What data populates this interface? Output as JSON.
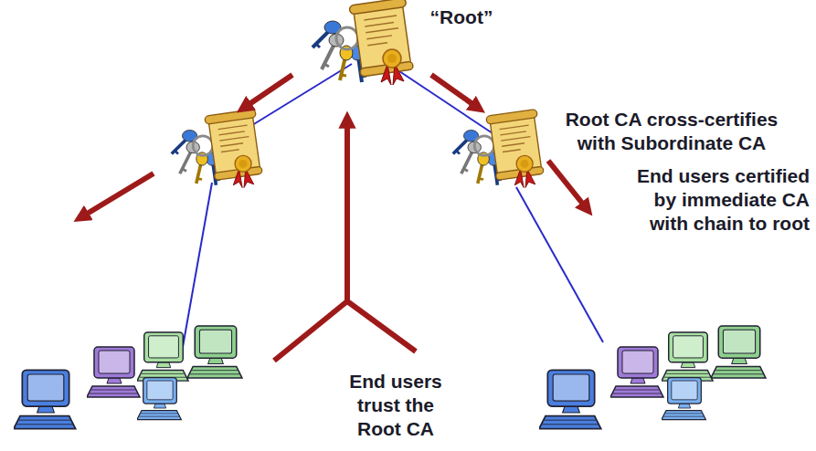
{
  "diagram": {
    "labels": [
      "“Root”",
      "Root CA cross-certifies with Subordinate CA",
      "End users certified by immediate CA with chain to root",
      "End users trust the Root CA"
    ]
  }
}
